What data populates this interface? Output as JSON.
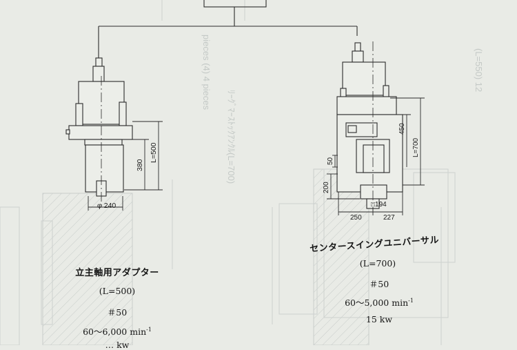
{
  "left_unit": {
    "title": "立主軸用アダプター",
    "length": "(L=500)",
    "taper": "＃50",
    "speed": "60～6,000 min",
    "speed_exp": "-1",
    "power_partial": "… kw",
    "dimensions": {
      "length_label": "L=500",
      "height_label": "380",
      "diameter_label": "φ 240"
    }
  },
  "right_unit": {
    "title": "センタースイングユニバーサル",
    "length": "(L=700)",
    "taper": "＃50",
    "speed": "60～5,000 min",
    "speed_exp": "-1",
    "power": "15 kw",
    "dimensions": {
      "length_label": "L=700",
      "height_label": "450",
      "offset_50": "50",
      "offset_200": "200",
      "square_label": "□194",
      "width_left": "250",
      "width_right": "227"
    }
  },
  "background_text": {
    "mirrored_1": "ﾘｰｸﾞﾏｰｽﾄｯｸｱﾝｸﾙ(L=700)",
    "mirrored_2": "pieces (4) 4 pieces",
    "mirrored_3": "(L=550) 12"
  },
  "colors": {
    "paper": "#e9ebe6",
    "ink": "#1c1c1c",
    "ghost": "#c4c9c6"
  }
}
